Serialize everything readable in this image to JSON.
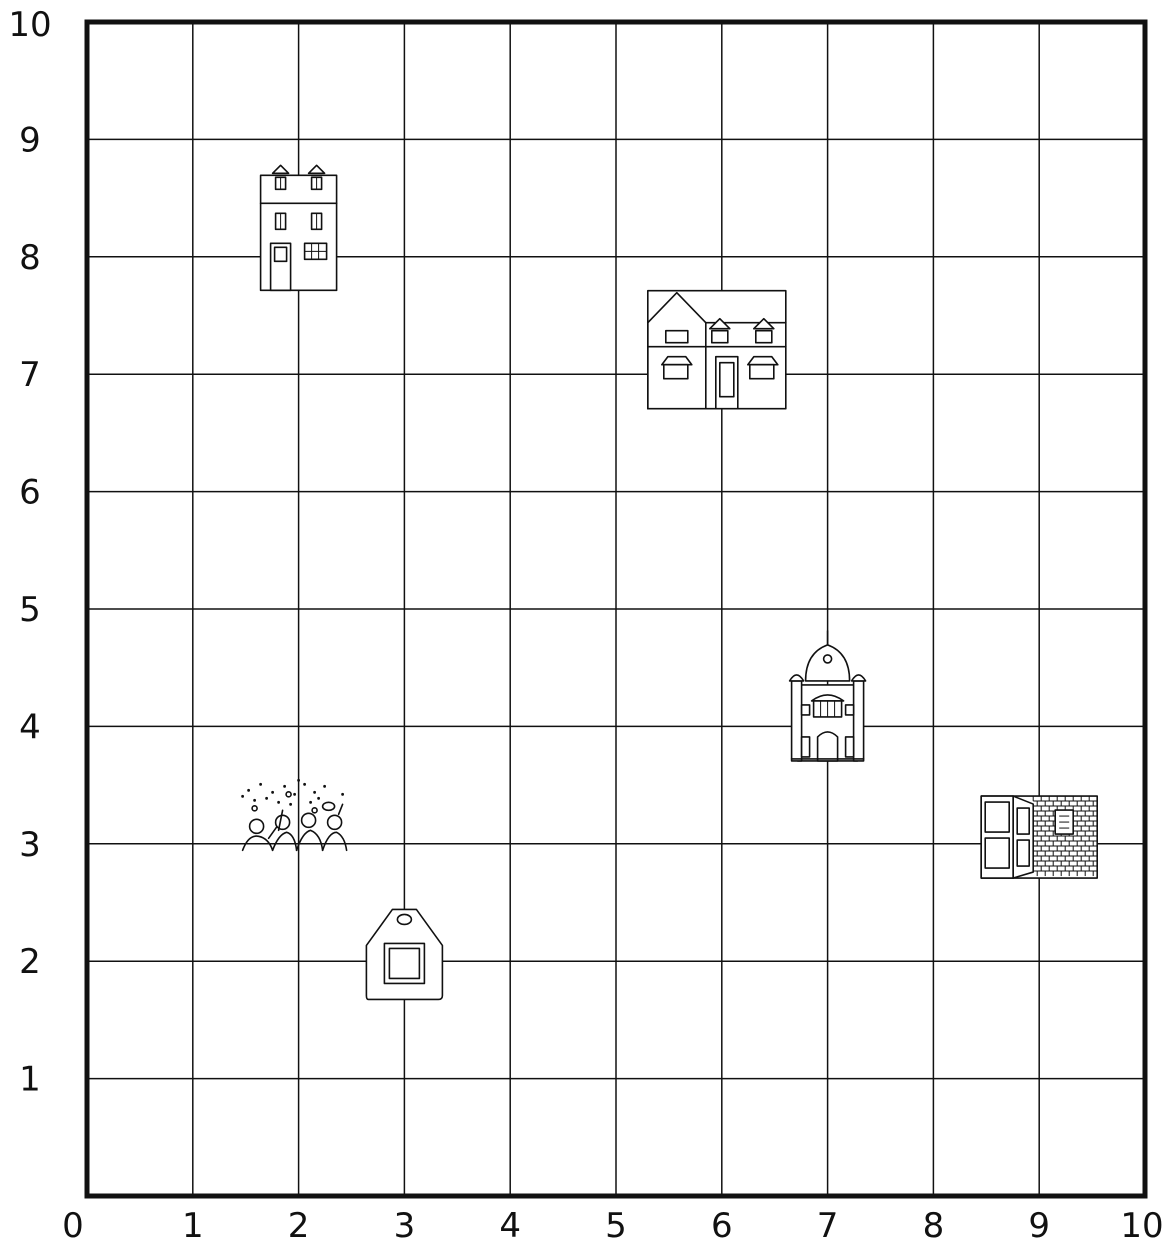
{
  "map": {
    "x_axis": {
      "min": 0,
      "max": 10,
      "ticks": [
        "0",
        "1",
        "2",
        "3",
        "4",
        "5",
        "6",
        "7",
        "8",
        "9",
        "10"
      ]
    },
    "y_axis": {
      "min": 0,
      "max": 10,
      "ticks": [
        "1",
        "2",
        "3",
        "4",
        "5",
        "6",
        "7",
        "8",
        "9",
        "10"
      ]
    },
    "grid": true,
    "landmarks": [
      {
        "name": "townhouse",
        "x": 2,
        "y": 8.2,
        "icon": "townhouse-icon"
      },
      {
        "name": "detached-house",
        "x": 6,
        "y": 7.2,
        "icon": "detached-house-icon"
      },
      {
        "name": "gurdwara",
        "x": 7,
        "y": 4.2,
        "icon": "temple-icon"
      },
      {
        "name": "shop",
        "x": 9,
        "y": 3.1,
        "icon": "shop-icon"
      },
      {
        "name": "party",
        "x": 2,
        "y": 3.2,
        "icon": "party-people-icon"
      },
      {
        "name": "tag",
        "x": 3,
        "y": 2.1,
        "icon": "tag-icon"
      }
    ]
  }
}
